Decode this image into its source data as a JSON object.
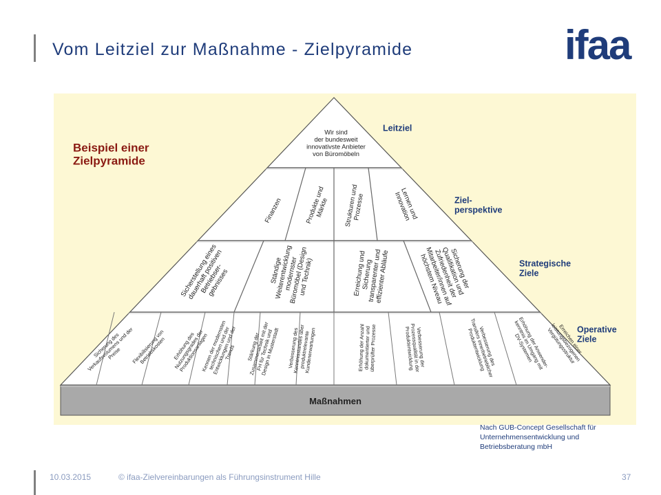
{
  "header": {
    "title": "Vom Leitziel zur Maßnahme - Zielpyramide",
    "logo_text": "ifaa",
    "accent_color": "#1f3c7a"
  },
  "diagram": {
    "heading": [
      "Beispiel einer",
      "Zielpyramide"
    ],
    "background_color": "#fdf8d4",
    "heading_color": "#8a1a12",
    "level_label_color": "#1f3c7a",
    "levels": {
      "leitziel": {
        "label": [
          "Leitziel"
        ],
        "text": [
          "Wir sind",
          "der bundesweit",
          "innovativste Anbieter",
          "von Büromöbeln"
        ]
      },
      "perspektive": {
        "label": [
          "Ziel-",
          "perspektive"
        ],
        "items": [
          [
            "Finanzen"
          ],
          [
            "Produkte und",
            "Märkte"
          ],
          [
            "Strukturen und",
            "Prozesse"
          ],
          [
            "Lernen und",
            "Innovation"
          ]
        ]
      },
      "strategisch": {
        "label": [
          "Strategische",
          "Ziele"
        ],
        "items": [
          [
            "Sicherstellung eines",
            "dauerhaft positiven",
            "Betriebser-",
            "gebnisses"
          ],
          [
            "Ständige",
            "Weiterentwicklung",
            "modernster",
            "Büromöbel (Design",
            "und Technik)"
          ],
          [
            "Erreichung und",
            "Sicherung",
            "transparenter und",
            "effizienter Abläufe"
          ],
          [
            "Sicherung der",
            "Qualifikation und",
            "Zufriedenheit der",
            "Mitarbeiter/innen auf",
            "höchstem Niveau"
          ]
        ]
      },
      "operativ": {
        "label": [
          "Operative",
          "Ziele"
        ],
        "items": [
          [
            "Sicherung des",
            "Verkaufsvolumens und der",
            "Preise"
          ],
          [
            "Flexibilisierung von",
            "Betriebskosten"
          ],
          [
            "Erhöhung des",
            "Nutzungsgrades der",
            "Produktionsanlagen"
          ],
          [
            "Kennen der modernsten",
            "technischen und der",
            "Entwicklungen und der",
            "Trends"
          ],
          [
            "Stärkung der",
            "Zusammenarbeit mit der",
            "FH für Technik und",
            "Design in Musterstadt"
          ],
          [
            "Verbesserung des",
            "Kenntnisstandes über",
            "produktrelevante",
            "Kundenerwartungen"
          ],
          [
            "Erhöhung der Anzahl",
            "dokumentierter und",
            "überprüfter Prozesse"
          ],
          [
            "Verbesserung der",
            "Prozessqualität in der",
            "Produktentwicklung"
          ],
          [
            "Verbesserung des",
            "Transfers innerbetrieblicher",
            "Produktentwicklung"
          ],
          [
            "Erhöhung der Anwender-",
            "kenntnis im Umgang mit",
            "DV-Systemen"
          ],
          [
            "Erreichen einer",
            "leistungsbezogenen",
            "Vergütungsstruktur"
          ]
        ]
      }
    },
    "base_label": "Maßnahmen"
  },
  "source_note": [
    "Nach GUB-Concept Gesellschaft für",
    "Unternehmensentwicklung und",
    "Betriebsberatung mbH"
  ],
  "footer": {
    "date": "10.03.2015",
    "text": "© ifaa-Zielvereinbarungen als Führungsinstrument Hille",
    "page": "37"
  }
}
